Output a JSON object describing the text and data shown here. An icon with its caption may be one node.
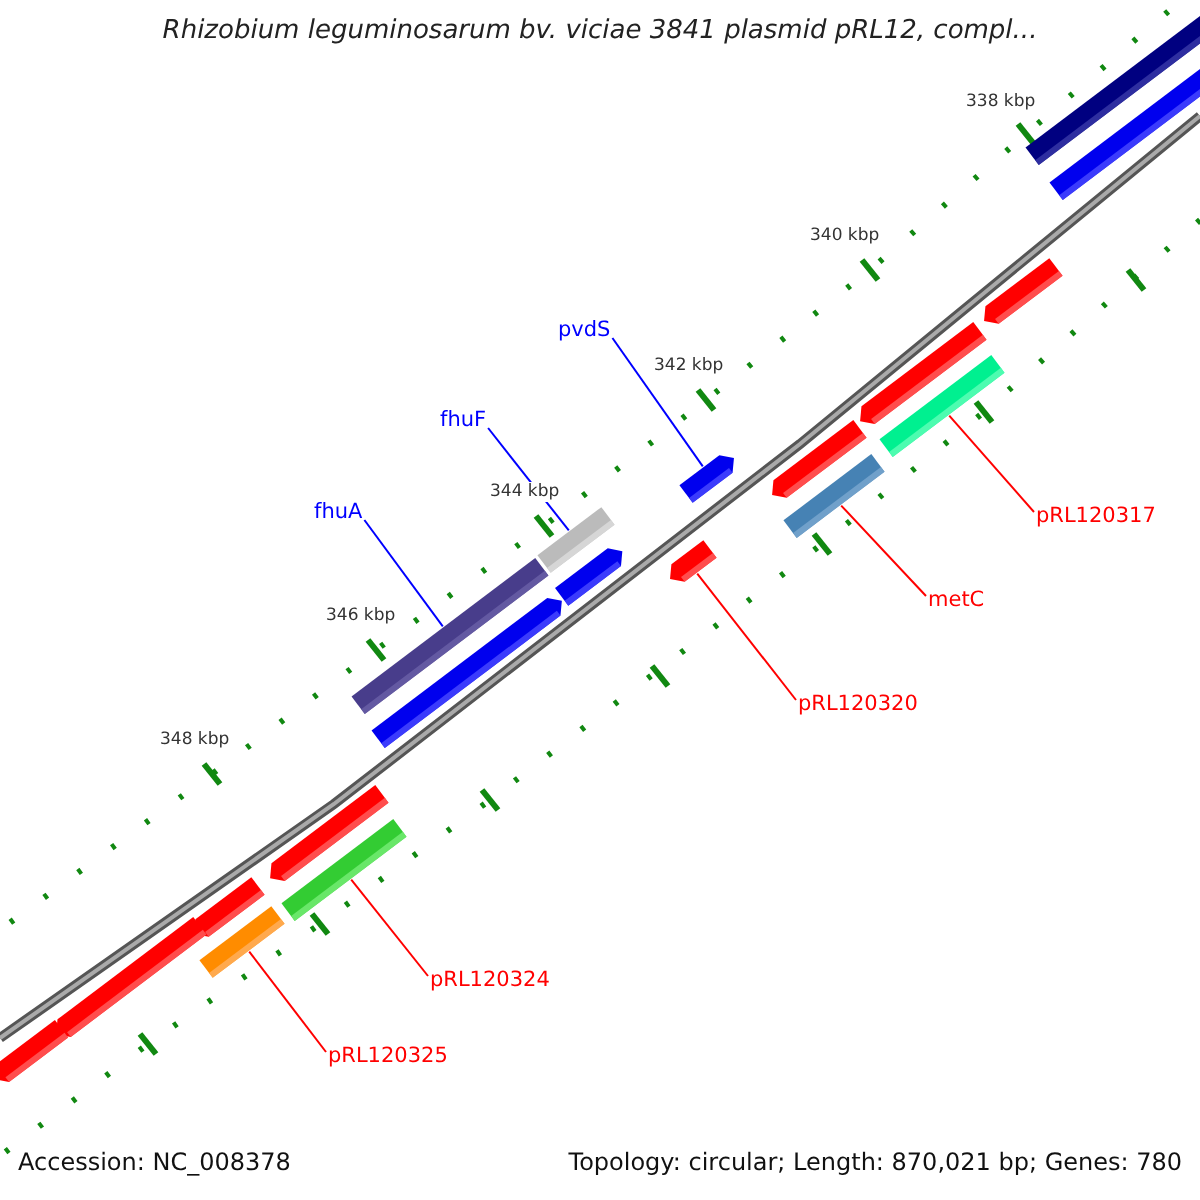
{
  "diagram": {
    "title": "Rhizobium leguminosarum bv. viciae 3841 plasmid pRL12, compl...",
    "nodes": [
      {
        "text": [
          "pvdS"
        ]
      },
      {
        "text": [],
        "shape": "bar"
      },
      {
        "text": [
          "fhuF"
        ]
      },
      {
        "text": [],
        "shape": "bar"
      },
      {
        "text": [
          "fhuA"
        ]
      },
      {
        "text": [],
        "shape": "bar"
      },
      {
        "text": [
          "pRL120317"
        ]
      },
      {
        "text": [],
        "shape": "bar"
      },
      {
        "text": [
          "metC"
        ]
      },
      {
        "text": [],
        "shape": "bar"
      },
      {
        "text": [
          "pRL120320"
        ]
      },
      {
        "text": [],
        "shape": "bar"
      },
      {
        "text": [
          "pRL120324"
        ]
      },
      {
        "text": [],
        "shape": "bar"
      },
      {
        "text": [
          "pRL120325"
        ]
      },
      {
        "text": [],
        "shape": "bar"
      },
      {
        "text": [],
        "shape": "bar"
      },
      {
        "text": [],
        "shape": "bar"
      },
      {
        "text": [],
        "shape": "bar"
      },
      {
        "text": [],
        "shape": "bar"
      },
      {
        "text": [],
        "shape": "bar"
      },
      {
        "text": [],
        "shape": "bar"
      },
      {
        "text": [],
        "shape": "bar"
      },
      {
        "text": [],
        "shape": "bar"
      },
      {
        "text": [],
        "shape": "bar"
      },
      {
        "text": [],
        "shape": "bar"
      },
      {
        "text": [],
        "shape": "bar"
      }
    ],
    "edges": [
      {
        "from": 0,
        "to": 1,
        "arrow": "none",
        "color": "#0000ff"
      },
      {
        "from": 2,
        "to": 3,
        "arrow": "none",
        "color": "#0000ff"
      },
      {
        "from": 4,
        "to": 5,
        "arrow": "none",
        "color": "#0000ff"
      },
      {
        "from": 6,
        "to": 7,
        "arrow": "none"
      },
      {
        "from": 8,
        "to": 9,
        "arrow": "none"
      },
      {
        "from": 10,
        "to": 11,
        "arrow": "none"
      },
      {
        "from": 12,
        "to": 13,
        "arrow": "none"
      },
      {
        "from": 14,
        "to": 15,
        "arrow": "none"
      }
    ],
    "labels": [
      "338 kbp",
      "340 kbp",
      "342 kbp",
      "344 kbp",
      "346 kbp",
      "348 kbp",
      "Accession: NC_008378",
      "Topology: circular; Length: 870,021 bp; Genes: 780"
    ]
  }
}
